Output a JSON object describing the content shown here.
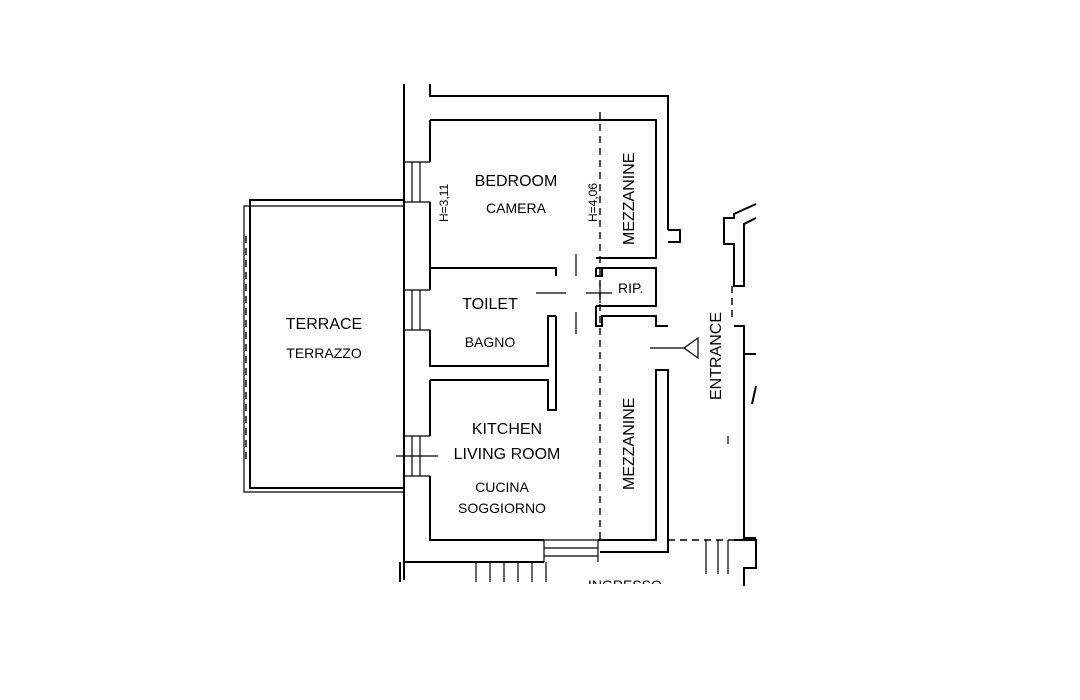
{
  "rooms": {
    "bedroom": {
      "name_en": "BEDROOM",
      "name_it": "CAMERA"
    },
    "toilet": {
      "name_en": "TOILET",
      "name_it": "BAGNO"
    },
    "terrace": {
      "name_en": "TERRACE",
      "name_it": "TERRAZZO"
    },
    "kitchen": {
      "name_en_1": "KITCHEN",
      "name_en_2": "LIVING ROOM",
      "name_it_1": "CUCINA",
      "name_it_2": "SOGGIORNO"
    },
    "storage": {
      "name": "RIP."
    },
    "mezzanine_top": {
      "name": "MEZZANINE"
    },
    "mezzanine_bottom": {
      "name": "MEZZANINE"
    },
    "entrance": {
      "name_en": "ENTRANCE",
      "name_it": "INGRESSO"
    }
  },
  "heights": {
    "left": "H=3,11",
    "right": "H=4,06"
  }
}
